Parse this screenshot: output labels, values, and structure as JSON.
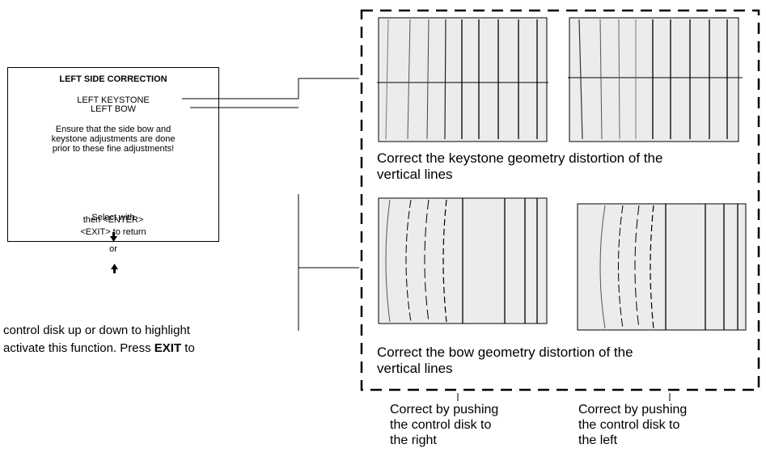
{
  "menu": {
    "title": "LEFT SIDE CORRECTION",
    "items": [
      "LEFT KEYSTONE",
      "LEFT BOW"
    ],
    "warning": "Ensure that the side bow and\nkeystone adjustments are done\nprior to these fine adjustments!",
    "select_prefix": "Select with",
    "select_or": "or",
    "enter_line": "then <ENTER>",
    "exit_line": "<EXIT> to return",
    "down_arrow_icon": "down-arrow-icon",
    "up_arrow_icon": "up-arrow-icon"
  },
  "instruction": {
    "line1": "control disk up or down to highlight",
    "line2_before": "activate this function. Press ",
    "line2_bold": "EXIT",
    "line2_after": " to"
  },
  "panels": {
    "keystone_caption": "Correct the keystone geometry distortion of the\nvertical lines",
    "bow_caption": "Correct the bow geometry distortion of the\nvertical lines"
  },
  "notes": {
    "right": "Correct by pushing\nthe control disk to\nthe right",
    "left": "Correct by pushing\nthe control disk to\nthe left"
  }
}
